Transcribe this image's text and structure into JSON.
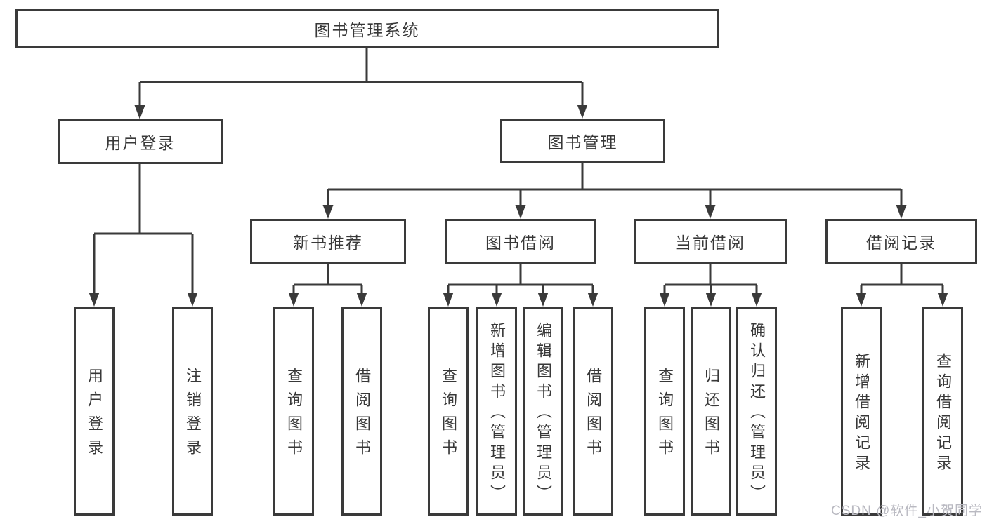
{
  "diagram": {
    "root": "图书管理系统",
    "level2": [
      "用户登录",
      "图书管理"
    ],
    "level3": [
      "新书推荐",
      "图书借阅",
      "当前借阅",
      "借阅记录"
    ],
    "leaves": {
      "user_login": [
        "用户登录",
        "注销登录"
      ],
      "new_book": [
        "查询图书",
        "借阅图书"
      ],
      "book_borrow": [
        "查询图书",
        "新增图书（管理员）",
        "编辑图书（管理员）",
        "借阅图书"
      ],
      "current_borrow": [
        "查询图书",
        "归还图书",
        "确认归还（管理员）"
      ],
      "borrow_record": [
        "新增借阅记录",
        "查询借阅记录"
      ]
    }
  },
  "watermark": "CSDN @软件_小贺同学",
  "colors": {
    "line": "#3a3a3a",
    "text": "#383838",
    "watermark": "#b9b9c1",
    "background": "#ffffff"
  }
}
